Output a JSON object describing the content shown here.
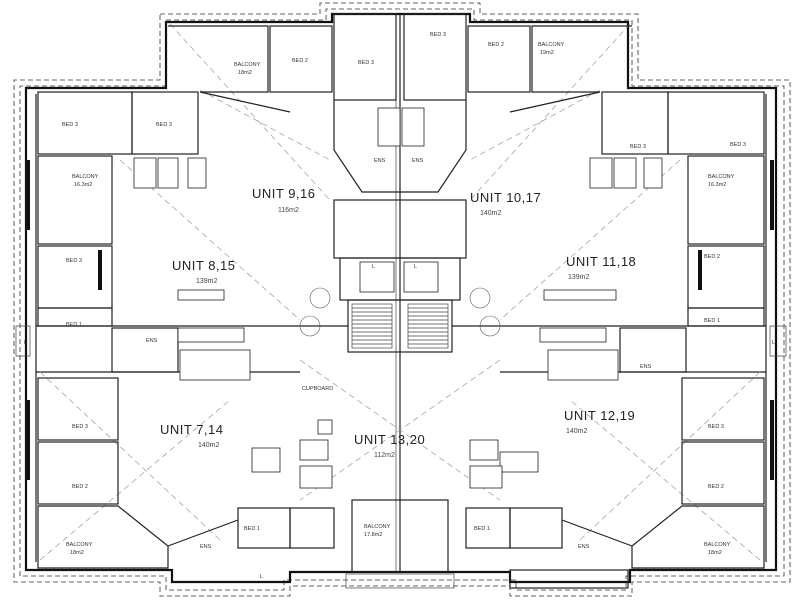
{
  "plan": {
    "units": [
      {
        "id": "unit-9-16",
        "name": "UNIT  9,16",
        "area": "116m2"
      },
      {
        "id": "unit-10-17",
        "name": "UNIT  10,17",
        "area": "140m2"
      },
      {
        "id": "unit-8-15",
        "name": "UNIT  8,15",
        "area": "139m2"
      },
      {
        "id": "unit-11-18",
        "name": "UNIT  11,18",
        "area": "139m2"
      },
      {
        "id": "unit-7-14",
        "name": "UNIT  7,14",
        "area": "140m2"
      },
      {
        "id": "unit-12-19",
        "name": "UNIT  12,19",
        "area": "140m2"
      },
      {
        "id": "unit-13-20",
        "name": "UNIT  13,20",
        "area": "112m2"
      }
    ],
    "balconies": [
      {
        "label": "BALCONY",
        "area": "18m2"
      },
      {
        "label": "BALCONY",
        "area": "19m2"
      },
      {
        "label": "BALCONY",
        "area": "16.3m2"
      },
      {
        "label": "BALCONY",
        "area": "16.3m2"
      },
      {
        "label": "BALCONY",
        "area": "18m2"
      },
      {
        "label": "BALCONY",
        "area": "17.8m2"
      },
      {
        "label": "BALCONY",
        "area": "18m2"
      }
    ],
    "room_labels": {
      "bed1": "BED 1",
      "bed2": "BED 2",
      "bed3": "BED 3",
      "ens": "ENS",
      "cupboard": "CUPBOARD",
      "lift": "L"
    }
  }
}
